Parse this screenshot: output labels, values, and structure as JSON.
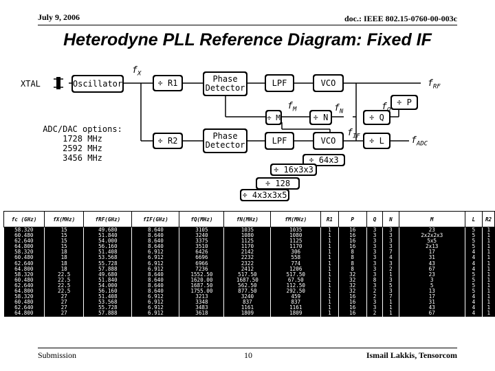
{
  "header": {
    "date": "July 9, 2006",
    "doc": "doc.: IEEE 802.15-0760-00-003c"
  },
  "title": "Heterodyne PLL Reference Diagram: Fixed IF",
  "diagram": {
    "xtal": "XTAL",
    "oscillator": "Oscillator",
    "fx": "f",
    "fx_sub": "X",
    "div_r1": "÷ R1",
    "div_r2": "÷ R2",
    "phase_det_1": "Phase Detector",
    "phase_det_2": "Phase Detector",
    "lpf_1": "LPF",
    "lpf_2": "LPF",
    "vco_1": "VCO",
    "vco_2": "VCO",
    "frf": "f",
    "frf_sub": "RF",
    "div_m": "÷ M",
    "fm": "f",
    "fm_sub": "M",
    "div_n": "÷ N",
    "fn": "f",
    "fn_sub": "N",
    "div_q": "÷ Q",
    "fq": "f",
    "fq_sub": "Q",
    "div_p": "÷ P",
    "fif": "f",
    "fif_sub": "IF",
    "div_l": "÷ L",
    "fadc": "f",
    "fadc_sub": "ADC",
    "adc_options_title": "ADC/DAC options:",
    "adc_options": [
      "1728 MHz",
      "2592 MHz",
      "3456 MHz"
    ],
    "div_64x3": "÷ 64x3",
    "div_16x3x3": "÷ 16x3x3",
    "div_128": "÷ 128",
    "div_4x3x3x5": "÷ 4x3x3x5"
  },
  "table": {
    "columns": [
      "fc (GHz)",
      "fX(MHz)",
      "fRF(GHz)",
      "fIF(GHz)",
      "fQ(MHz)",
      "fN(MHz)",
      "fM(MHz)",
      "R1",
      "P",
      "Q",
      "N",
      "M",
      "L",
      "R2"
    ],
    "rows": [
      [
        "58.320",
        "15",
        "49.680",
        "8.640",
        "3105",
        "1035",
        "1035",
        "1",
        "16",
        "3",
        "3",
        "23",
        "5",
        "1"
      ],
      [
        "60.480",
        "15",
        "51.840",
        "8.640",
        "3240",
        "1080",
        "1080",
        "1",
        "16",
        "3",
        "3",
        "2x2x2x3",
        "5",
        "1"
      ],
      [
        "62.640",
        "15",
        "54.000",
        "8.640",
        "3375",
        "1125",
        "1125",
        "1",
        "16",
        "3",
        "3",
        "5x5",
        "5",
        "1"
      ],
      [
        "64.800",
        "15",
        "56.160",
        "8.640",
        "3510",
        "1170",
        "1170",
        "1",
        "16",
        "3",
        "3",
        "2x13",
        "5",
        "1"
      ],
      [
        "58.320",
        "18",
        "51.408",
        "6.912",
        "6426",
        "2142",
        "306",
        "1",
        "8",
        "3",
        "7",
        "17",
        "4",
        "1"
      ],
      [
        "60.480",
        "18",
        "53.568",
        "6.912",
        "6696",
        "2232",
        "558",
        "1",
        "8",
        "3",
        "4",
        "31",
        "4",
        "1"
      ],
      [
        "62.640",
        "18",
        "55.728",
        "6.912",
        "6966",
        "2322",
        "774",
        "1",
        "8",
        "3",
        "3",
        "43",
        "4",
        "1"
      ],
      [
        "64.800",
        "18",
        "57.888",
        "6.912",
        "7236",
        "2412",
        "1206",
        "1",
        "8",
        "3",
        "2",
        "67",
        "4",
        "1"
      ],
      [
        "58.320",
        "22.5",
        "49.680",
        "8.640",
        "1552.50",
        "517.50",
        "517.50",
        "1",
        "32",
        "3",
        "1",
        "23",
        "5",
        "1"
      ],
      [
        "60.480",
        "22.5",
        "51.840",
        "8.640",
        "1620.00",
        "1687.50",
        "67.50",
        "1",
        "32",
        "8",
        "3",
        "3",
        "5",
        "1"
      ],
      [
        "62.640",
        "22.5",
        "54.000",
        "8.640",
        "1687.50",
        "562.50",
        "112.50",
        "1",
        "32",
        "3",
        "5",
        "5",
        "5",
        "1"
      ],
      [
        "64.800",
        "22.5",
        "56.160",
        "8.640",
        "1755.00",
        "877.50",
        "292.50",
        "1",
        "32",
        "2",
        "3",
        "13",
        "5",
        "1"
      ],
      [
        "58.320",
        "27",
        "51.408",
        "6.912",
        "3213",
        "3240",
        "459",
        "1",
        "16",
        "2",
        "7",
        "17",
        "4",
        "1"
      ],
      [
        "60.480",
        "27",
        "53.568",
        "6.912",
        "3348",
        "837",
        "837",
        "1",
        "16",
        "3",
        "1",
        "31",
        "4",
        "1"
      ],
      [
        "62.640",
        "27",
        "55.728",
        "6.912",
        "3483",
        "1161",
        "1161",
        "1",
        "16",
        "3",
        "1",
        "43",
        "4",
        "1"
      ],
      [
        "64.800",
        "27",
        "57.888",
        "6.912",
        "3618",
        "1809",
        "1809",
        "1",
        "16",
        "2",
        "1",
        "67",
        "4",
        "1"
      ]
    ]
  },
  "footer": {
    "left": "Submission",
    "page": "10",
    "right": "Ismail Lakkis, Tensorcom"
  }
}
